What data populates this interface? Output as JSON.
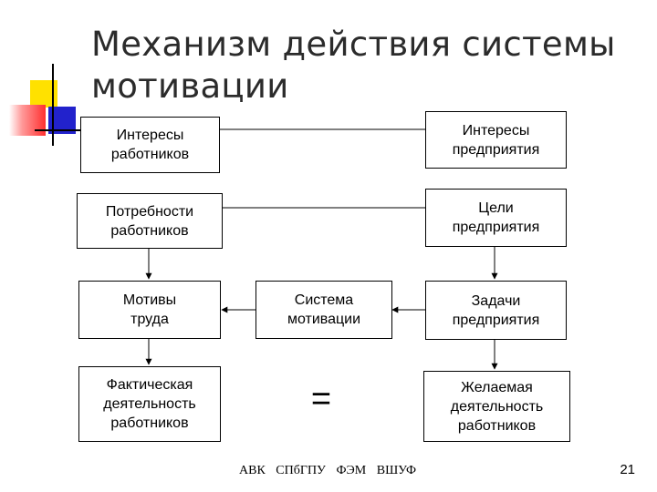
{
  "title": "Механизм действия системы мотивации",
  "boxes": {
    "worker_interests": "Интересы\nработников",
    "enterprise_interests": "Интересы\nпредприятия",
    "worker_needs": "Потребности\nработников",
    "enterprise_goals": "Цели\nпредприятия",
    "labor_motives": "Мотивы\nтруда",
    "motivation_system": "Система\nмотивации",
    "enterprise_tasks": "Задачи\nпредприятия",
    "actual_activity": "Фактическая\nдеятельность\nработников",
    "desired_activity": "Желаемая\nдеятельность\nработников"
  },
  "equals_sign": "=",
  "footer": "АВК СПбГПУ ФЭМ ВШУФ",
  "page_number": "21",
  "colors": {
    "deco_yellow": "#ffe100",
    "deco_red": "#ff3030",
    "deco_blue": "#2222cc",
    "title": "#2b2b2b"
  }
}
